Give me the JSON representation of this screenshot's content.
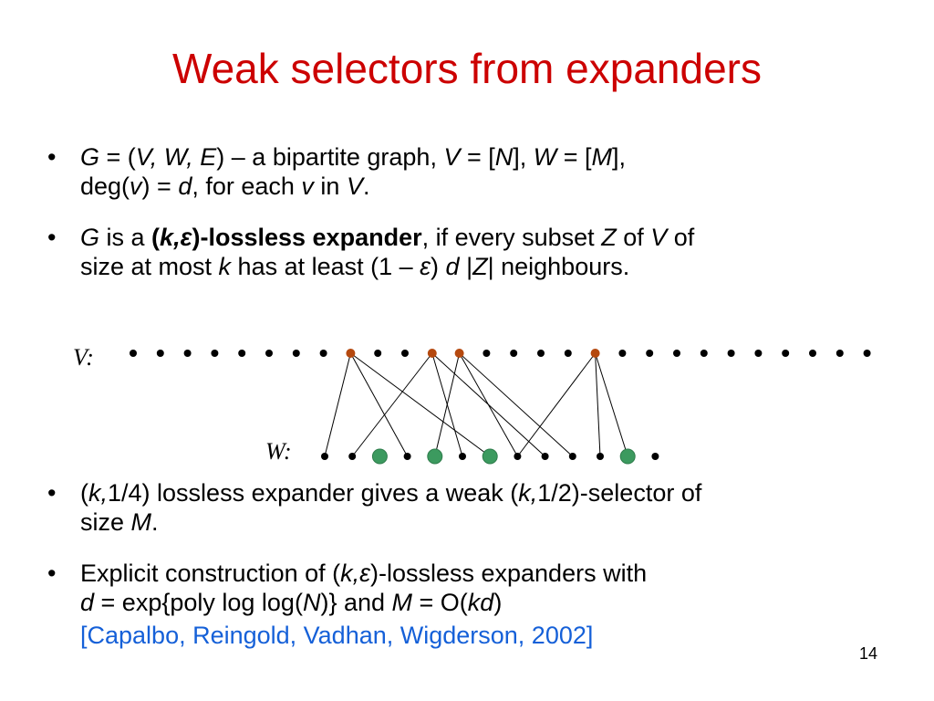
{
  "slide": {
    "title": "Weak selectors from expanders",
    "page_number": "14",
    "bullet_char": "•",
    "bullets": [
      {
        "line1": [
          {
            "t": "G",
            "s": "i"
          },
          {
            "t": " = ("
          },
          {
            "t": "V, W, E",
            "s": "i"
          },
          {
            "t": ") – a bipartite graph, "
          },
          {
            "t": "V",
            "s": "i"
          },
          {
            "t": " = ["
          },
          {
            "t": "N",
            "s": "i"
          },
          {
            "t": "], "
          },
          {
            "t": "W",
            "s": "i"
          },
          {
            "t": " = ["
          },
          {
            "t": "M",
            "s": "i"
          },
          {
            "t": "],"
          }
        ],
        "line2": [
          {
            "t": "deg("
          },
          {
            "t": "v",
            "s": "i"
          },
          {
            "t": ") = "
          },
          {
            "t": "d",
            "s": "i"
          },
          {
            "t": ", for each "
          },
          {
            "t": "v",
            "s": "i"
          },
          {
            "t": " in "
          },
          {
            "t": "V",
            "s": "i"
          },
          {
            "t": "."
          }
        ]
      },
      {
        "line1": [
          {
            "t": "G",
            "s": "i"
          },
          {
            "t": " is a "
          },
          {
            "t": "(",
            "s": "b"
          },
          {
            "t": "k,ε",
            "s": "bi"
          },
          {
            "t": ")-lossless expander",
            "s": "b"
          },
          {
            "t": ", if every subset "
          },
          {
            "t": "Z",
            "s": "i"
          },
          {
            "t": " of "
          },
          {
            "t": "V",
            "s": "i"
          },
          {
            "t": " of"
          }
        ],
        "line2": [
          {
            "t": "size at most "
          },
          {
            "t": "k",
            "s": "i"
          },
          {
            "t": " has at least (1 – "
          },
          {
            "t": "ε",
            "s": "i"
          },
          {
            "t": ") "
          },
          {
            "t": "d",
            "s": "i"
          },
          {
            "t": " |"
          },
          {
            "t": "Z",
            "s": "i"
          },
          {
            "t": "| neighbours."
          }
        ]
      },
      {
        "line1": [
          {
            "t": "("
          },
          {
            "t": "k,",
            "s": "i"
          },
          {
            "t": "1/4) lossless expander gives a weak ("
          },
          {
            "t": "k,",
            "s": "i"
          },
          {
            "t": "1/2)-selector of"
          }
        ],
        "line2": [
          {
            "t": "size "
          },
          {
            "t": "M",
            "s": "i"
          },
          {
            "t": "."
          }
        ]
      },
      {
        "line1": [
          {
            "t": "Explicit construction of ("
          },
          {
            "t": "k,ε",
            "s": "i"
          },
          {
            "t": ")-lossless expanders with"
          }
        ],
        "line2": [
          {
            "t": "d",
            "s": "i"
          },
          {
            "t": " = exp{poly log log("
          },
          {
            "t": "N",
            "s": "i"
          },
          {
            "t": ")}  and  "
          },
          {
            "t": "M",
            "s": "i"
          },
          {
            "t": " = O("
          },
          {
            "t": "kd",
            "s": "i"
          },
          {
            "t": ")"
          }
        ],
        "citation": "[Capalbo, Reingold, Vadhan, Wigderson, 2002]"
      }
    ]
  },
  "graph": {
    "v_label": "V:",
    "w_label": "W:",
    "top_count": 28,
    "bottom_count": 13,
    "colors": {
      "node": "#000000",
      "selected_top": "#b5490f",
      "selected_bottom": "#3c9a5f",
      "edge": "#000000"
    },
    "selected_top": [
      8,
      11,
      12,
      17
    ],
    "selected_bottom": [
      2,
      4,
      6,
      11
    ],
    "edges": [
      [
        8,
        0
      ],
      [
        8,
        3
      ],
      [
        8,
        6
      ],
      [
        11,
        1
      ],
      [
        11,
        5
      ],
      [
        11,
        8
      ],
      [
        12,
        4
      ],
      [
        12,
        7
      ],
      [
        12,
        9
      ],
      [
        17,
        7
      ],
      [
        17,
        10
      ],
      [
        17,
        11
      ]
    ]
  }
}
